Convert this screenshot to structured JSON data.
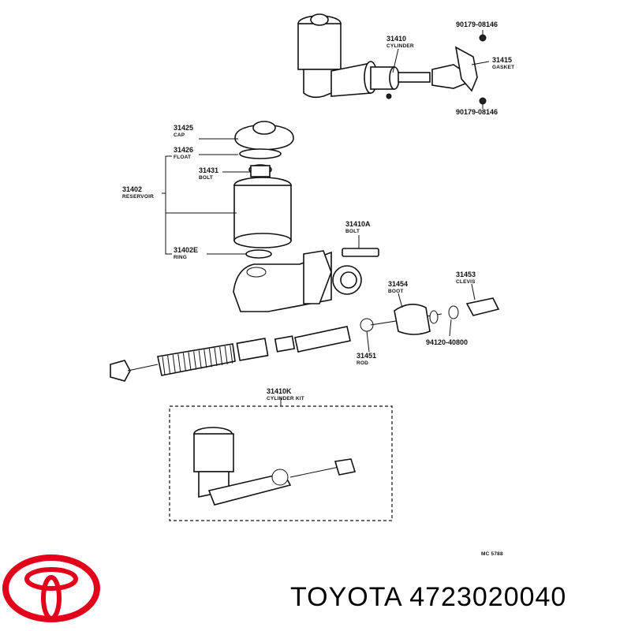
{
  "brand": {
    "name": "TOYOTA",
    "part_number": "4723020040",
    "logo_color": "#e3001b"
  },
  "diagram": {
    "code": "MC 5788",
    "labels": {
      "p1": {
        "num": "90179-08146",
        "desc": ""
      },
      "p2": {
        "num": "31410",
        "desc": "CYLINDER"
      },
      "p3": {
        "num": "31415",
        "desc": "GASKET"
      },
      "p4": {
        "num": "90179-08146",
        "desc": ""
      },
      "p5": {
        "num": "31425",
        "desc": "CAP"
      },
      "p6": {
        "num": "31426",
        "desc": "FLOAT"
      },
      "p7": {
        "num": "31431",
        "desc": "BOLT"
      },
      "p8": {
        "num": "31402",
        "desc": "RESERVOIR"
      },
      "p9": {
        "num": "31402E",
        "desc": "RING"
      },
      "p10": {
        "num": "31410A",
        "desc": "BOLT"
      },
      "p11": {
        "num": "31454",
        "desc": "BOOT"
      },
      "p12": {
        "num": "31453",
        "desc": "CLEVIS"
      },
      "p13": {
        "num": "94120-40800",
        "desc": ""
      },
      "p14": {
        "num": "31451",
        "desc": "ROD"
      },
      "p15": {
        "num": "31410K",
        "desc": "CYLINDER KIT"
      }
    }
  }
}
